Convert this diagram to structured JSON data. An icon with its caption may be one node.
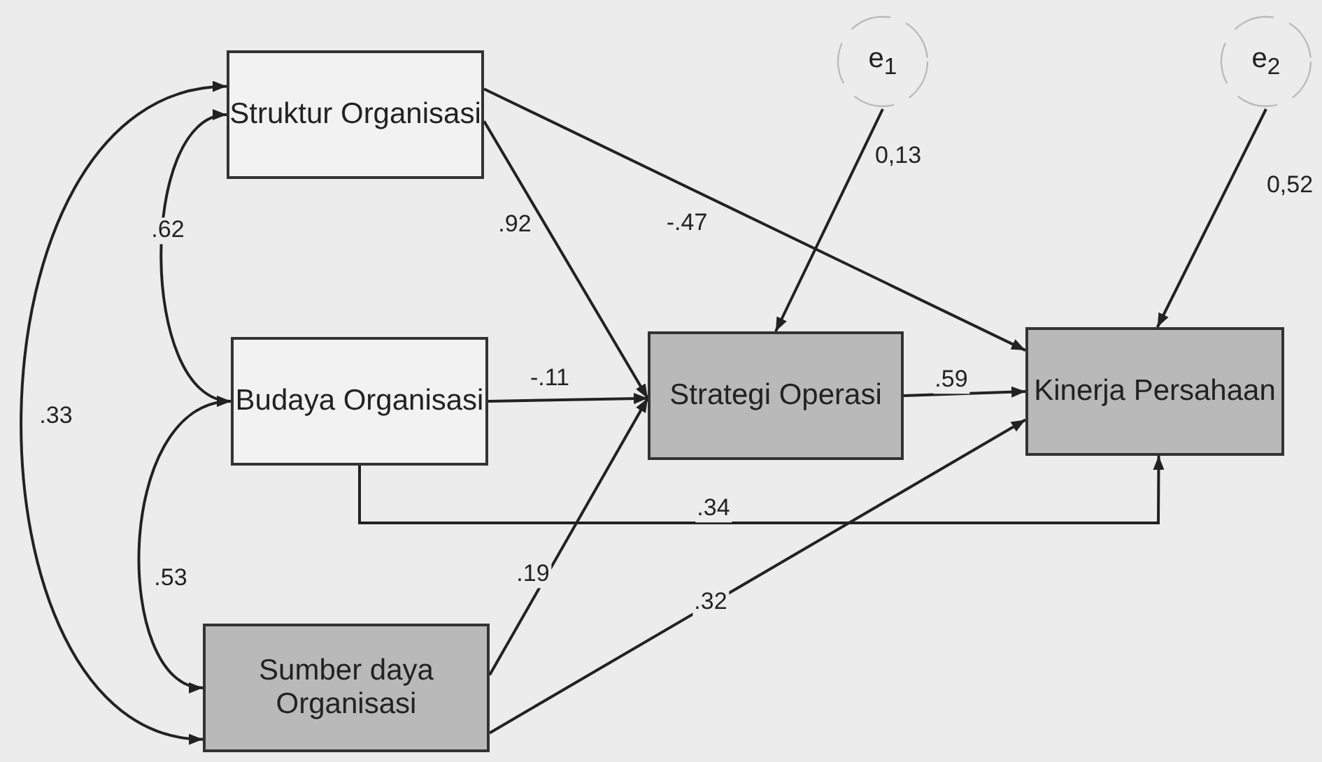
{
  "diagram": {
    "nodes": [
      {
        "text": [
          "Struktur Organisasi"
        ]
      },
      {
        "text": [
          "Budaya Organisasi"
        ]
      },
      {
        "text": [
          "Sumber daya Organisasi"
        ]
      },
      {
        "text": [
          "Strategi Operasi"
        ]
      },
      {
        "text": [
          "Kinerja Persahaan"
        ]
      },
      {
        "text": [
          "e$_{1}$"
        ]
      },
      {
        "text": [
          "e$_{2}$"
        ]
      }
    ],
    "edges": [
      {
        "from": 0,
        "to": 3,
        "arrow": "to",
        "label": ".92"
      },
      {
        "from": 1,
        "to": 3,
        "arrow": "to",
        "label": "-.11"
      },
      {
        "from": 2,
        "to": 3,
        "arrow": "to",
        "label": ".19"
      },
      {
        "from": 0,
        "to": 4,
        "arrow": "to",
        "label": "-.47"
      },
      {
        "from": 3,
        "to": 4,
        "arrow": "to",
        "label": ".59"
      },
      {
        "from": 1,
        "to": 4,
        "arrow": "to",
        "label": ".34"
      },
      {
        "from": 2,
        "to": 4,
        "arrow": "to",
        "label": ".32"
      },
      {
        "from": 5,
        "to": 3,
        "arrow": "to",
        "label": "0,13"
      },
      {
        "from": 6,
        "to": 4,
        "arrow": "to",
        "label": "0,52"
      },
      {
        "from": 0,
        "to": 1,
        "arrow": "both",
        "label": ".62"
      },
      {
        "from": 1,
        "to": 2,
        "arrow": "both",
        "label": ".53"
      },
      {
        "from": 0,
        "to": 2,
        "arrow": "both",
        "label": ".33"
      }
    ]
  }
}
